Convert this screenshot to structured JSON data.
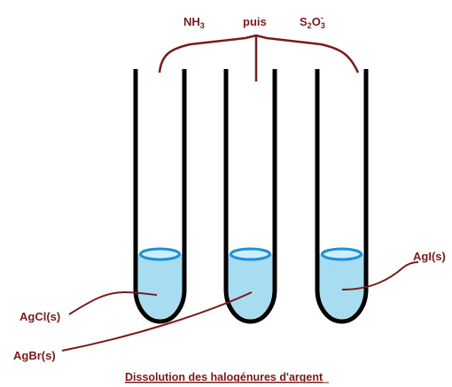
{
  "reagents": {
    "first_main": "NH",
    "first_sub": "3",
    "connector": "puis",
    "second_s": "S",
    "second_sub1": "2",
    "second_o": "O",
    "second_sub2": "3",
    "second_sup": "-"
  },
  "tubes": [
    {
      "label": "AgCl(s)"
    },
    {
      "label": "AgBr(s)"
    },
    {
      "label": "AgI(s)"
    }
  ],
  "caption": "Dissolution des halogénures d'argent",
  "colors": {
    "text": "#7a1a1a",
    "liquid": "#a8dcf0",
    "meniscus": "#1e90d8",
    "glass": "#000000"
  }
}
